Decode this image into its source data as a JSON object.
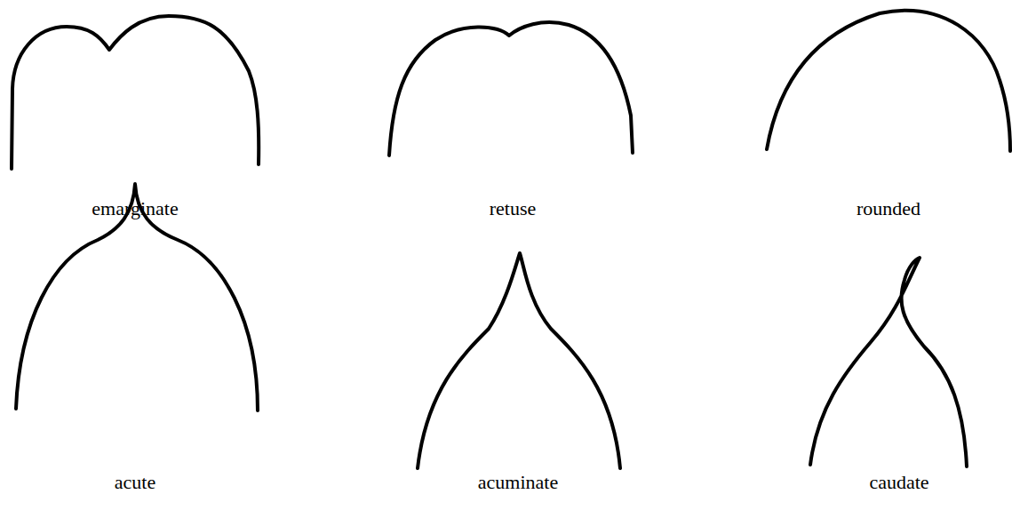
{
  "diagram": {
    "labels": [
      "emarginate",
      "retuse",
      "rounded",
      "acute",
      "acuminate",
      "caudate"
    ]
  }
}
